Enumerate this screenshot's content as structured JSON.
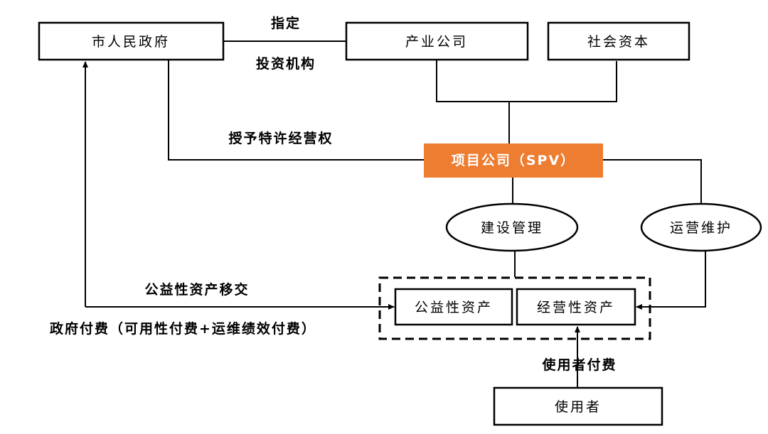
{
  "colors": {
    "spv_fill": "#ED7D31",
    "spv_text": "#FFFFFF",
    "line": "#000000",
    "box_fill": "#FFFFFF"
  },
  "nodes": {
    "city_government": "市人民政府",
    "industrial_company": "产业公司",
    "social_capital": "社会资本",
    "project_company_spv": "项目公司（SPV）",
    "construction_management": "建设管理",
    "operation_maintenance": "运营维护",
    "public_welfare_assets": "公益性资产",
    "operating_assets": "经营性资产",
    "users": "使用者"
  },
  "labels": {
    "designate": "指定",
    "investment_institution": "投资机构",
    "grant_franchise": "授予特许经营权",
    "public_asset_transfer": "公益性资产移交",
    "government_payment": "政府付费（可用性付费+运维绩效付费）",
    "user_payment": "使用者付费"
  }
}
